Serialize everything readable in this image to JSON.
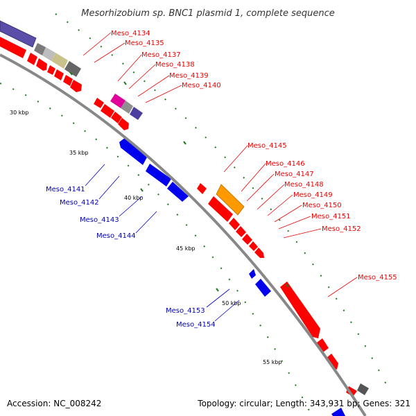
{
  "title": "Mesorhizobium sp. BNC1 plasmid 1, complete sequence",
  "footer": {
    "accession": "Accession: NC_008242",
    "summary": "Topology: circular; Length: 343,931 bp; Genes: 321"
  },
  "colors": {
    "forward_gene": "#ff0000",
    "reverse_gene": "#0000ee",
    "label_forward": "#ee0000",
    "label_reverse": "#0000bb",
    "backbone": "#888888",
    "tick": "#1a7a1a"
  },
  "scale_labels": [
    "30 kbp",
    "35 kbp",
    "40 kbp",
    "45 kbp",
    "50 kbp",
    "55 kbp"
  ],
  "genes_forward": [
    "Meso_4134",
    "Meso_4135",
    "Meso_4137",
    "Meso_4138",
    "Meso_4139",
    "Meso_4140",
    "Meso_4145",
    "Meso_4146",
    "Meso_4147",
    "Meso_4148",
    "Meso_4149",
    "Meso_4150",
    "Meso_4151",
    "Meso_4152",
    "Meso_4155"
  ],
  "genes_reverse": [
    "Meso_4141",
    "Meso_4142",
    "Meso_4143",
    "Meso_4144",
    "Meso_4153",
    "Meso_4154"
  ]
}
